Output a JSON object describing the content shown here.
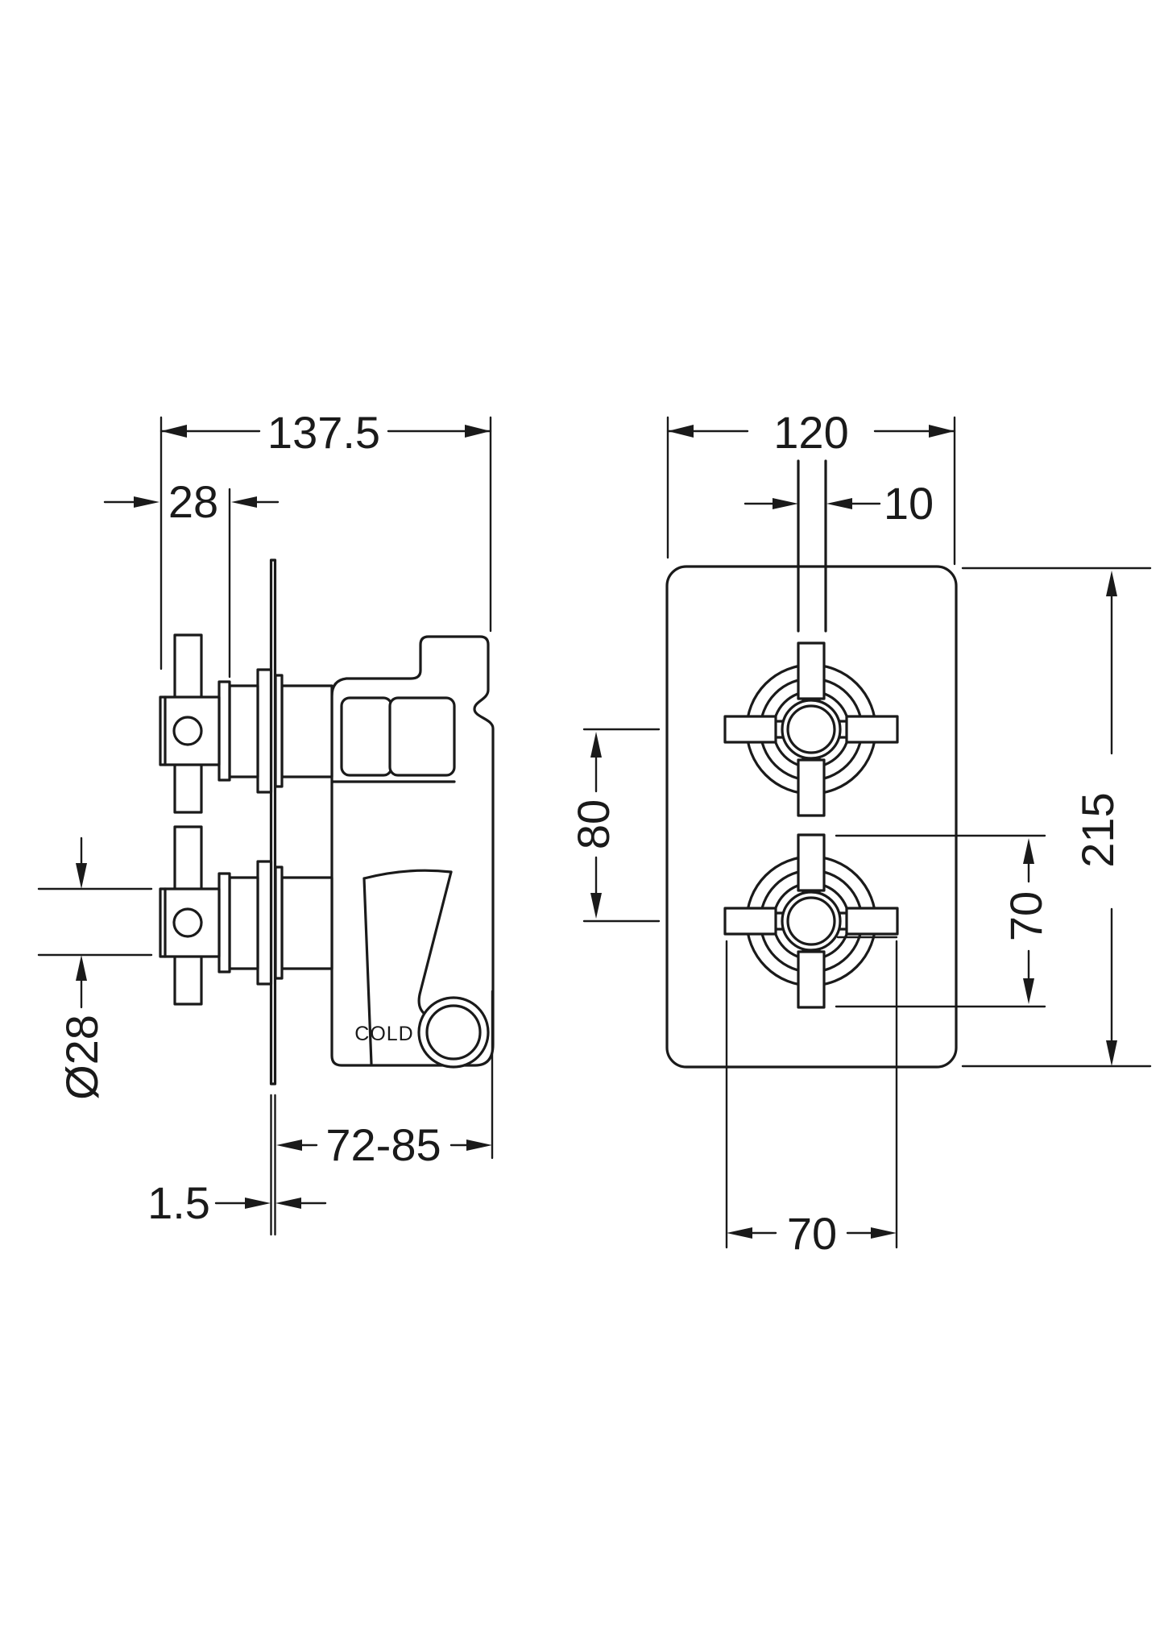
{
  "colors": {
    "background": "#ffffff",
    "line": "#1a1a1a"
  },
  "side_view": {
    "label_cold": "COLD",
    "dim_depth_total": "137.5",
    "dim_handle_projection": "28",
    "dim_handle_diameter": "Ø28",
    "dim_recess_depth": "72-85",
    "dim_plate_thickness": "1.5"
  },
  "front_view": {
    "dim_plate_width": "120",
    "dim_spindle_width": "10",
    "dim_handle_centres": "80",
    "dim_plate_height": "215",
    "dim_handle_span_vertical": "70",
    "dim_handle_span_horizontal": "70"
  }
}
